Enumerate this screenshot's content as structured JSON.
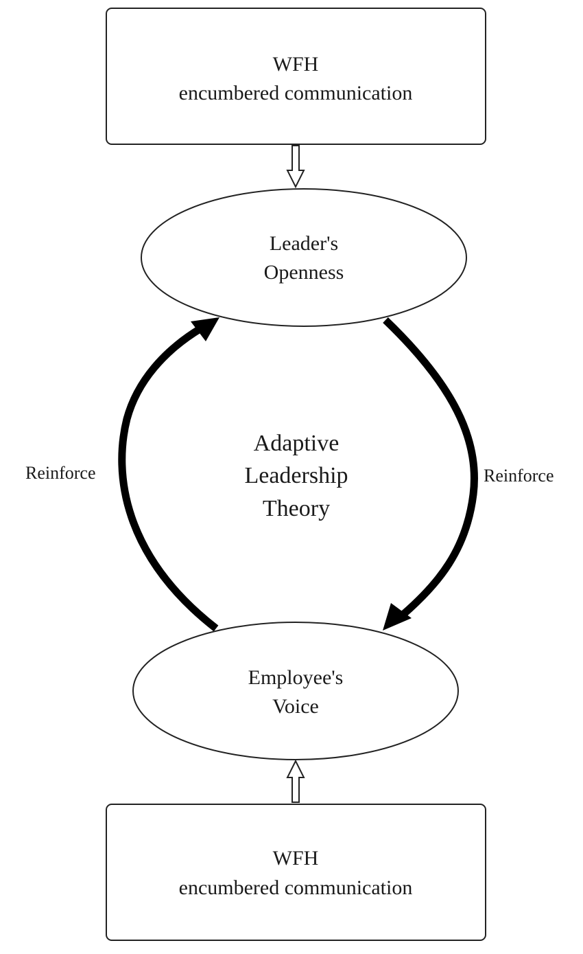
{
  "nodes": {
    "top_box": {
      "line1": "WFH",
      "line2": "encumbered communication"
    },
    "leader": {
      "line1": "Leader's",
      "line2": "Openness"
    },
    "employee": {
      "line1": "Employee's",
      "line2": "Voice"
    },
    "bottom_box": {
      "line1": "WFH",
      "line2": "encumbered communication"
    }
  },
  "center_label": {
    "line1": "Adaptive",
    "line2": "Leadership",
    "line3": "Theory"
  },
  "edges": {
    "left": {
      "label": "Reinforce"
    },
    "right": {
      "label": "Reinforce"
    }
  }
}
